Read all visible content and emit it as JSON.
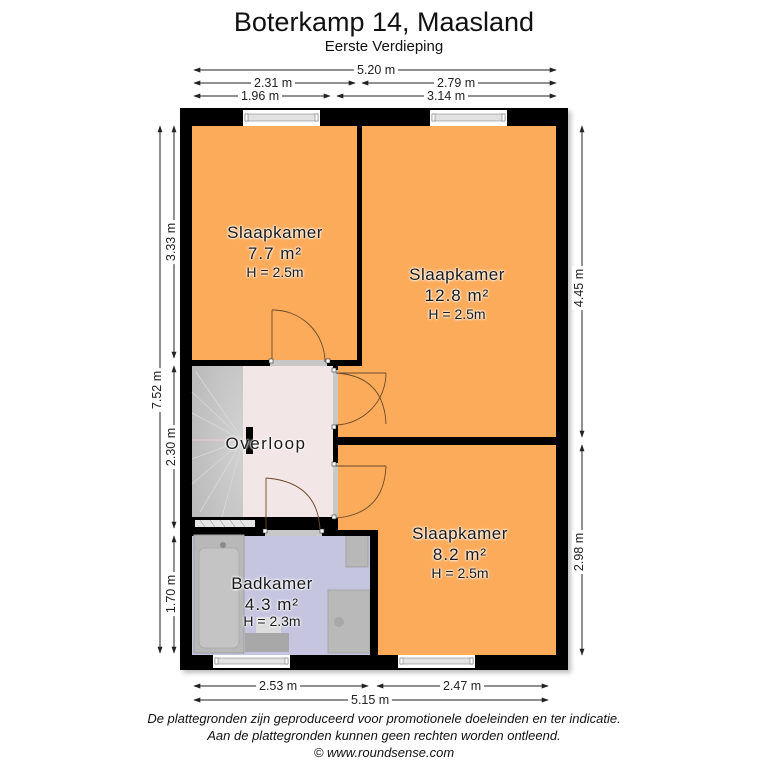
{
  "header": {
    "title": "Boterkamp 14, Maasland",
    "subtitle": "Eerste Verdieping"
  },
  "colors": {
    "wall": "#000000",
    "bedroom_fill": "#fbab5a",
    "landing_fill": "#f3e6e6",
    "stairs_fill": "#c4c4c4",
    "bathroom_fill": "#c5c5e0",
    "fixture_fill": "#b9b9b9",
    "window_fill": "#e8e8e8",
    "dimension_line": "#333333"
  },
  "rooms": [
    {
      "id": "slaapkamer-1",
      "name": "Slaapkamer",
      "area": "7.7 m²",
      "height": "H = 2.5m"
    },
    {
      "id": "slaapkamer-2",
      "name": "Slaapkamer",
      "area": "12.8 m²",
      "height": "H = 2.5m"
    },
    {
      "id": "slaapkamer-3",
      "name": "Slaapkamer",
      "area": "8.2 m²",
      "height": "H = 2.5m"
    },
    {
      "id": "overloop",
      "name": "Overloop"
    },
    {
      "id": "badkamer",
      "name": "Badkamer",
      "area": "4.3 m²",
      "height": "H = 2.3m"
    }
  ],
  "dimensions": {
    "top": {
      "total": "5.20 m",
      "row2_left": "2.31 m",
      "row2_right": "2.79 m",
      "row3_left": "1.96 m",
      "row3_right": "3.14 m"
    },
    "left": {
      "total": "7.52 m",
      "upper": "3.33 m",
      "middle": "2.30 m",
      "lower": "1.70 m"
    },
    "right": {
      "upper": "4.45 m",
      "lower": "2.98 m"
    },
    "bottom": {
      "left": "2.53 m",
      "right": "2.47 m",
      "total": "5.15 m"
    }
  },
  "footer": {
    "line1": "De plattegronden zijn geproduceerd voor promotionele doeleinden en ter indicatie.",
    "line2": "Aan de plattegronden kunnen geen rechten worden ontleend.",
    "line3": "© www.roundsense.com"
  }
}
